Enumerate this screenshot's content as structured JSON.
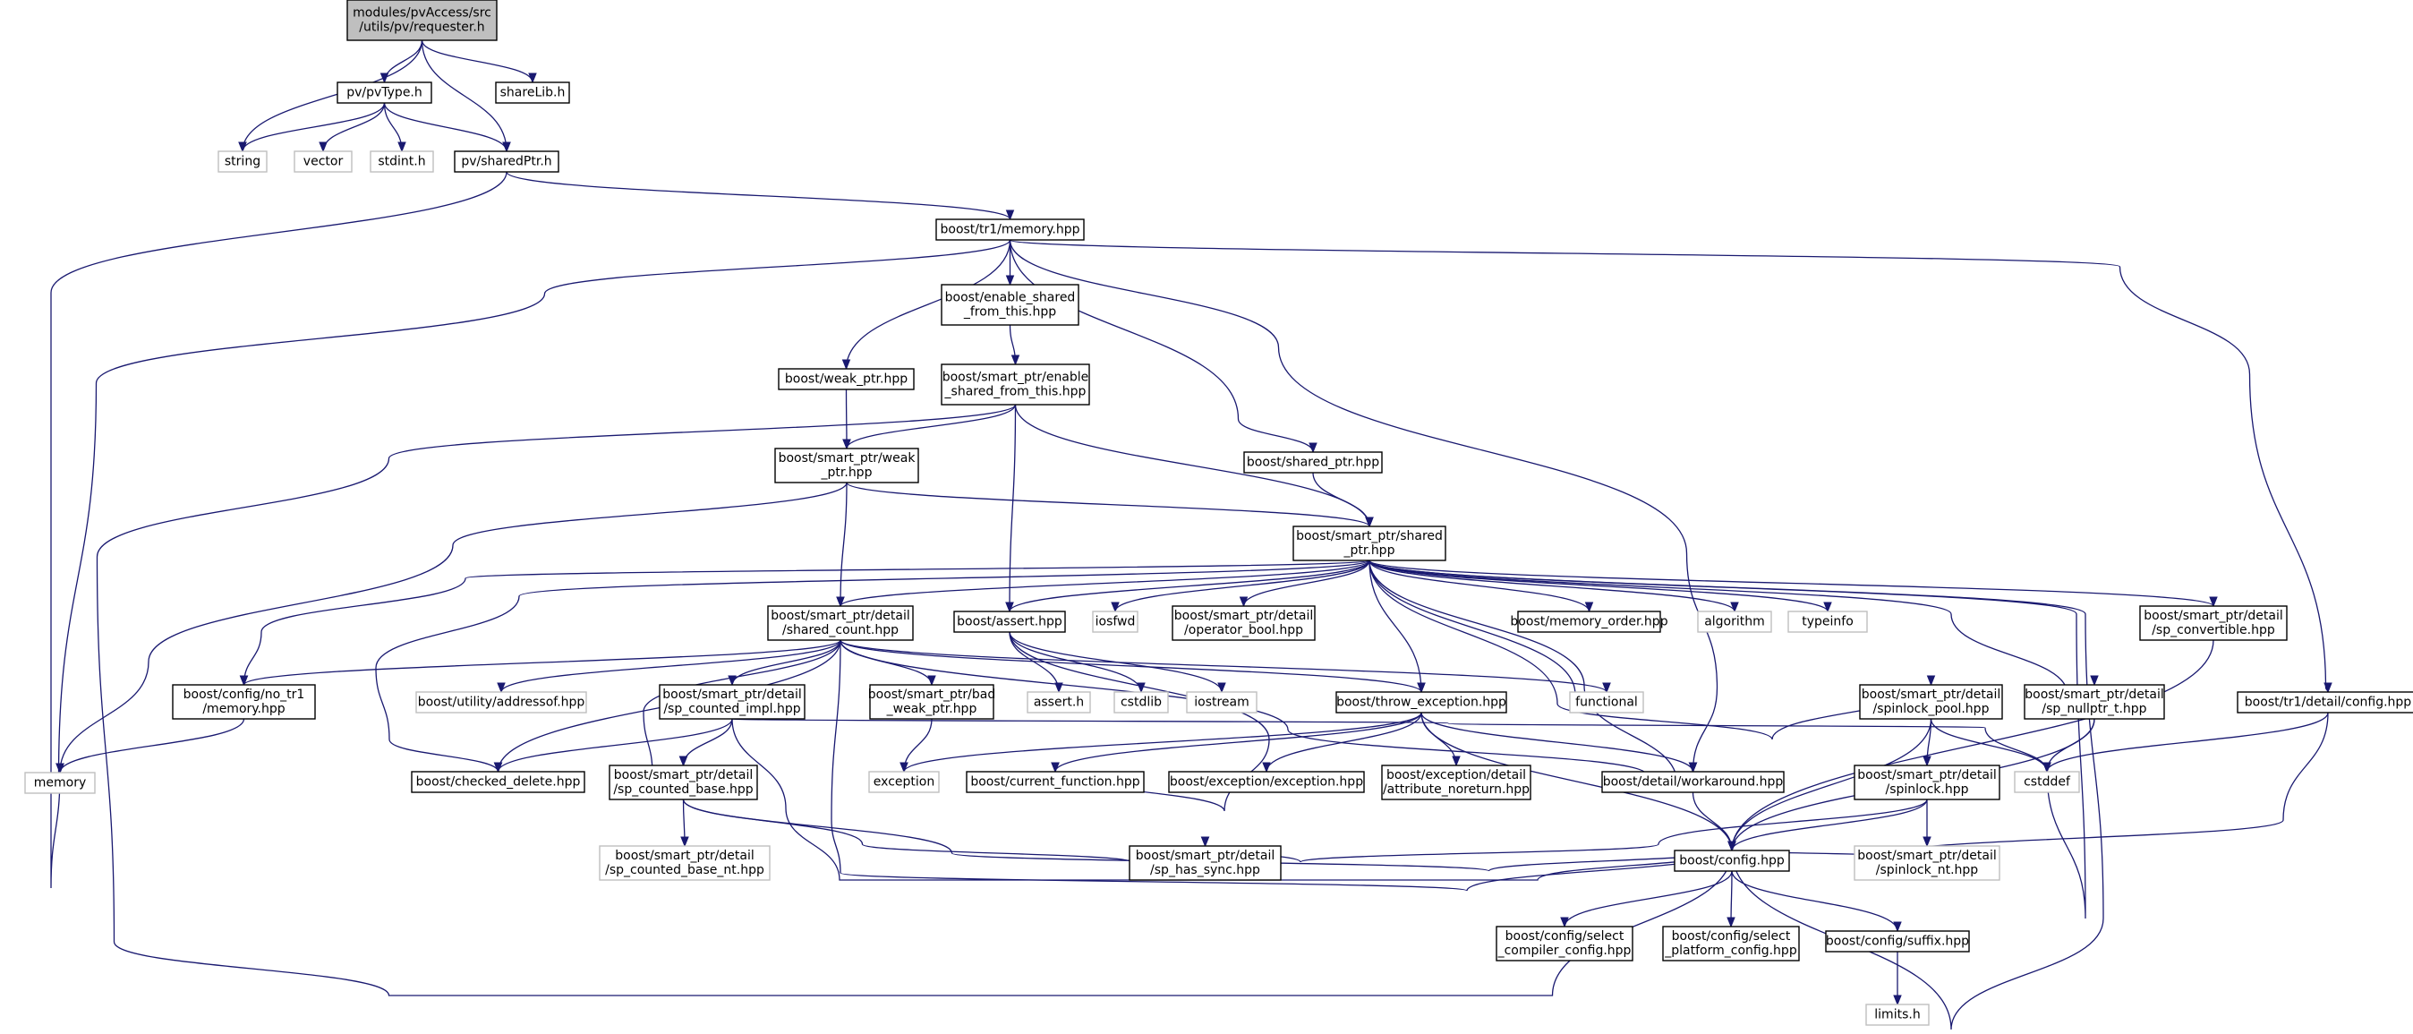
{
  "diagram": {
    "nodes": [
      {
        "id": "n_requester",
        "kind": "root",
        "lines": [
          "modules/pvAccess/src",
          "/utils/pv/requester.h"
        ]
      },
      {
        "id": "n_pvType",
        "kind": "file",
        "lines": [
          "pv/pvType.h"
        ]
      },
      {
        "id": "n_shareLib",
        "kind": "file",
        "lines": [
          "shareLib.h"
        ]
      },
      {
        "id": "n_string",
        "kind": "system",
        "lines": [
          "string"
        ]
      },
      {
        "id": "n_vector",
        "kind": "system",
        "lines": [
          "vector"
        ]
      },
      {
        "id": "n_stdint",
        "kind": "system",
        "lines": [
          "stdint.h"
        ]
      },
      {
        "id": "n_sharedPtr",
        "kind": "file",
        "lines": [
          "pv/sharedPtr.h"
        ]
      },
      {
        "id": "n_tr1memory",
        "kind": "file",
        "lines": [
          "boost/tr1/memory.hpp"
        ]
      },
      {
        "id": "n_enable_shared",
        "kind": "file",
        "lines": [
          "boost/enable_shared",
          "_from_this.hpp"
        ]
      },
      {
        "id": "n_sp_enable_shared",
        "kind": "file",
        "lines": [
          "boost/smart_ptr/enable",
          "_shared_from_this.hpp"
        ]
      },
      {
        "id": "n_weak_ptr",
        "kind": "file",
        "lines": [
          "boost/weak_ptr.hpp"
        ]
      },
      {
        "id": "n_sp_weak_ptr",
        "kind": "file",
        "lines": [
          "boost/smart_ptr/weak",
          "_ptr.hpp"
        ]
      },
      {
        "id": "n_shared_ptr",
        "kind": "file",
        "lines": [
          "boost/shared_ptr.hpp"
        ]
      },
      {
        "id": "n_sp_shared_ptr",
        "kind": "file",
        "lines": [
          "boost/smart_ptr/shared",
          "_ptr.hpp"
        ]
      },
      {
        "id": "n_shared_count",
        "kind": "file",
        "lines": [
          "boost/smart_ptr/detail",
          "/shared_count.hpp"
        ]
      },
      {
        "id": "n_assert",
        "kind": "file",
        "lines": [
          "boost/assert.hpp"
        ]
      },
      {
        "id": "n_iosfwd",
        "kind": "system",
        "lines": [
          "iosfwd"
        ]
      },
      {
        "id": "n_operator_bool",
        "kind": "file",
        "lines": [
          "boost/smart_ptr/detail",
          "/operator_bool.hpp"
        ]
      },
      {
        "id": "n_memory_order",
        "kind": "file",
        "lines": [
          "boost/memory_order.hpp"
        ]
      },
      {
        "id": "n_algorithm",
        "kind": "system",
        "lines": [
          "algorithm"
        ]
      },
      {
        "id": "n_typeinfo",
        "kind": "system",
        "lines": [
          "typeinfo"
        ]
      },
      {
        "id": "n_sp_convertible",
        "kind": "file",
        "lines": [
          "boost/smart_ptr/detail",
          "/sp_convertible.hpp"
        ]
      },
      {
        "id": "n_no_tr1",
        "kind": "file",
        "lines": [
          "boost/config/no_tr1",
          "/memory.hpp"
        ]
      },
      {
        "id": "n_addressof",
        "kind": "system",
        "lines": [
          "boost/utility/addressof.hpp"
        ]
      },
      {
        "id": "n_sp_counted_impl",
        "kind": "file",
        "lines": [
          "boost/smart_ptr/detail",
          "/sp_counted_impl.hpp"
        ]
      },
      {
        "id": "n_bad_weak_ptr",
        "kind": "file",
        "lines": [
          "boost/smart_ptr/bad",
          "_weak_ptr.hpp"
        ]
      },
      {
        "id": "n_assert_h",
        "kind": "system",
        "lines": [
          "assert.h"
        ]
      },
      {
        "id": "n_cstdlib",
        "kind": "system",
        "lines": [
          "cstdlib"
        ]
      },
      {
        "id": "n_iostream",
        "kind": "system",
        "lines": [
          "iostream"
        ]
      },
      {
        "id": "n_throw_exception",
        "kind": "file",
        "lines": [
          "boost/throw_exception.hpp"
        ]
      },
      {
        "id": "n_functional",
        "kind": "system",
        "lines": [
          "functional"
        ]
      },
      {
        "id": "n_spinlock_pool",
        "kind": "file",
        "lines": [
          "boost/smart_ptr/detail",
          "/spinlock_pool.hpp"
        ]
      },
      {
        "id": "n_sp_nullptr",
        "kind": "file",
        "lines": [
          "boost/smart_ptr/detail",
          "/sp_nullptr_t.hpp"
        ]
      },
      {
        "id": "n_tr1_config",
        "kind": "file",
        "lines": [
          "boost/tr1/detail/config.hpp"
        ]
      },
      {
        "id": "n_memory",
        "kind": "system",
        "lines": [
          "memory"
        ]
      },
      {
        "id": "n_checked_delete",
        "kind": "file",
        "lines": [
          "boost/checked_delete.hpp"
        ]
      },
      {
        "id": "n_sp_counted_base",
        "kind": "file",
        "lines": [
          "boost/smart_ptr/detail",
          "/sp_counted_base.hpp"
        ]
      },
      {
        "id": "n_exception",
        "kind": "system",
        "lines": [
          "exception"
        ]
      },
      {
        "id": "n_current_function",
        "kind": "file",
        "lines": [
          "boost/current_function.hpp"
        ]
      },
      {
        "id": "n_exception_hpp",
        "kind": "file",
        "lines": [
          "boost/exception/exception.hpp"
        ]
      },
      {
        "id": "n_attribute_noreturn",
        "kind": "file",
        "lines": [
          "boost/exception/detail",
          "/attribute_noreturn.hpp"
        ]
      },
      {
        "id": "n_workaround",
        "kind": "file",
        "lines": [
          "boost/detail/workaround.hpp"
        ]
      },
      {
        "id": "n_spinlock",
        "kind": "file",
        "lines": [
          "boost/smart_ptr/detail",
          "/spinlock.hpp"
        ]
      },
      {
        "id": "n_cstddef",
        "kind": "system",
        "lines": [
          "cstddef"
        ]
      },
      {
        "id": "n_sp_counted_base_nt",
        "kind": "system",
        "lines": [
          "boost/smart_ptr/detail",
          "/sp_counted_base_nt.hpp"
        ]
      },
      {
        "id": "n_sp_has_sync",
        "kind": "file",
        "lines": [
          "boost/smart_ptr/detail",
          "/sp_has_sync.hpp"
        ]
      },
      {
        "id": "n_config",
        "kind": "file",
        "lines": [
          "boost/config.hpp"
        ]
      },
      {
        "id": "n_spinlock_nt",
        "kind": "system",
        "lines": [
          "boost/smart_ptr/detail",
          "/spinlock_nt.hpp"
        ]
      },
      {
        "id": "n_select_compiler",
        "kind": "file",
        "lines": [
          "boost/config/select",
          "_compiler_config.hpp"
        ]
      },
      {
        "id": "n_select_platform",
        "kind": "file",
        "lines": [
          "boost/config/select",
          "_platform_config.hpp"
        ]
      },
      {
        "id": "n_suffix",
        "kind": "file",
        "lines": [
          "boost/config/suffix.hpp"
        ]
      },
      {
        "id": "n_limits",
        "kind": "system",
        "lines": [
          "limits.h"
        ]
      }
    ],
    "edges": [
      [
        "n_requester",
        "n_pvType"
      ],
      [
        "n_requester",
        "n_shareLib"
      ],
      [
        "n_requester",
        "n_string"
      ],
      [
        "n_requester",
        "n_sharedPtr"
      ],
      [
        "n_pvType",
        "n_string"
      ],
      [
        "n_pvType",
        "n_vector"
      ],
      [
        "n_pvType",
        "n_stdint"
      ],
      [
        "n_pvType",
        "n_sharedPtr"
      ],
      [
        "n_sharedPtr",
        "n_tr1memory"
      ],
      [
        "n_sharedPtr",
        "n_memory"
      ],
      [
        "n_tr1memory",
        "n_memory"
      ],
      [
        "n_tr1memory",
        "n_enable_shared"
      ],
      [
        "n_tr1memory",
        "n_weak_ptr"
      ],
      [
        "n_tr1memory",
        "n_shared_ptr"
      ],
      [
        "n_tr1memory",
        "n_workaround"
      ],
      [
        "n_tr1memory",
        "n_tr1_config"
      ],
      [
        "n_enable_shared",
        "n_sp_enable_shared"
      ],
      [
        "n_sp_enable_shared",
        "n_sp_weak_ptr"
      ],
      [
        "n_sp_enable_shared",
        "n_sp_shared_ptr"
      ],
      [
        "n_sp_enable_shared",
        "n_assert"
      ],
      [
        "n_sp_enable_shared",
        "n_config"
      ],
      [
        "n_weak_ptr",
        "n_sp_weak_ptr"
      ],
      [
        "n_sp_weak_ptr",
        "n_memory"
      ],
      [
        "n_sp_weak_ptr",
        "n_shared_count"
      ],
      [
        "n_sp_weak_ptr",
        "n_sp_shared_ptr"
      ],
      [
        "n_shared_ptr",
        "n_sp_shared_ptr"
      ],
      [
        "n_sp_shared_ptr",
        "n_no_tr1"
      ],
      [
        "n_sp_shared_ptr",
        "n_shared_count"
      ],
      [
        "n_sp_shared_ptr",
        "n_assert"
      ],
      [
        "n_sp_shared_ptr",
        "n_iosfwd"
      ],
      [
        "n_sp_shared_ptr",
        "n_operator_bool"
      ],
      [
        "n_sp_shared_ptr",
        "n_memory_order"
      ],
      [
        "n_sp_shared_ptr",
        "n_algorithm"
      ],
      [
        "n_sp_shared_ptr",
        "n_typeinfo"
      ],
      [
        "n_sp_shared_ptr",
        "n_sp_convertible"
      ],
      [
        "n_sp_shared_ptr",
        "n_checked_delete"
      ],
      [
        "n_sp_shared_ptr",
        "n_throw_exception"
      ],
      [
        "n_sp_shared_ptr",
        "n_functional"
      ],
      [
        "n_sp_shared_ptr",
        "n_workaround"
      ],
      [
        "n_sp_shared_ptr",
        "n_spinlock_pool"
      ],
      [
        "n_sp_shared_ptr",
        "n_sp_nullptr"
      ],
      [
        "n_sp_shared_ptr",
        "n_cstddef"
      ],
      [
        "n_sp_shared_ptr",
        "n_config"
      ],
      [
        "n_no_tr1",
        "n_memory"
      ],
      [
        "n_shared_count",
        "n_no_tr1"
      ],
      [
        "n_shared_count",
        "n_addressof"
      ],
      [
        "n_shared_count",
        "n_sp_counted_impl"
      ],
      [
        "n_shared_count",
        "n_bad_weak_ptr"
      ],
      [
        "n_shared_count",
        "n_checked_delete"
      ],
      [
        "n_shared_count",
        "n_sp_counted_base"
      ],
      [
        "n_shared_count",
        "n_throw_exception"
      ],
      [
        "n_shared_count",
        "n_functional"
      ],
      [
        "n_shared_count",
        "n_workaround"
      ],
      [
        "n_shared_count",
        "n_config"
      ],
      [
        "n_assert",
        "n_assert_h"
      ],
      [
        "n_assert",
        "n_cstdlib"
      ],
      [
        "n_assert",
        "n_iostream"
      ],
      [
        "n_assert",
        "n_current_function"
      ],
      [
        "n_sp_counted_impl",
        "n_checked_delete"
      ],
      [
        "n_sp_counted_impl",
        "n_sp_counted_base"
      ],
      [
        "n_sp_counted_impl",
        "n_cstddef"
      ],
      [
        "n_sp_counted_impl",
        "n_config"
      ],
      [
        "n_bad_weak_ptr",
        "n_exception"
      ],
      [
        "n_throw_exception",
        "n_exception"
      ],
      [
        "n_throw_exception",
        "n_current_function"
      ],
      [
        "n_throw_exception",
        "n_exception_hpp"
      ],
      [
        "n_throw_exception",
        "n_attribute_noreturn"
      ],
      [
        "n_throw_exception",
        "n_workaround"
      ],
      [
        "n_throw_exception",
        "n_config"
      ],
      [
        "n_sp_counted_base",
        "n_sp_counted_base_nt"
      ],
      [
        "n_sp_counted_base",
        "n_sp_has_sync"
      ],
      [
        "n_sp_counted_base",
        "n_config"
      ],
      [
        "n_spinlock_pool",
        "n_spinlock"
      ],
      [
        "n_spinlock_pool",
        "n_cstddef"
      ],
      [
        "n_spinlock_pool",
        "n_config"
      ],
      [
        "n_spinlock",
        "n_sp_has_sync"
      ],
      [
        "n_spinlock",
        "n_spinlock_nt"
      ],
      [
        "n_spinlock",
        "n_config"
      ],
      [
        "n_sp_nullptr",
        "n_cstddef"
      ],
      [
        "n_sp_nullptr",
        "n_config"
      ],
      [
        "n_sp_convertible",
        "n_config"
      ],
      [
        "n_tr1_config",
        "n_cstddef"
      ],
      [
        "n_tr1_config",
        "n_config"
      ],
      [
        "n_workaround",
        "n_config"
      ],
      [
        "n_config",
        "n_select_compiler"
      ],
      [
        "n_config",
        "n_select_platform"
      ],
      [
        "n_config",
        "n_suffix"
      ],
      [
        "n_suffix",
        "n_limits"
      ]
    ]
  }
}
